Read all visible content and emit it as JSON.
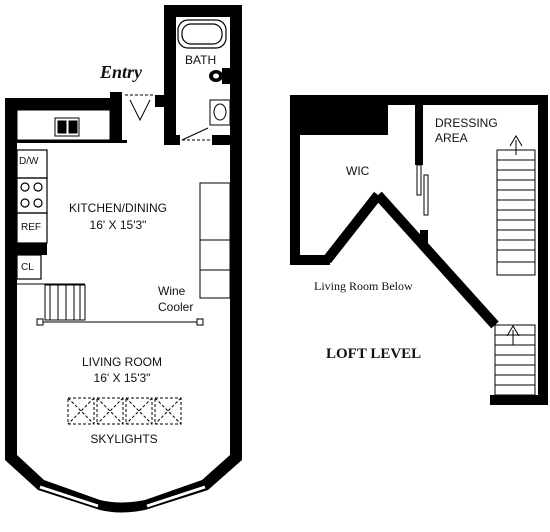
{
  "entry": "Entry",
  "bath": "BATH",
  "dw": "D/W",
  "ref": "REF",
  "cl": "CL",
  "kitchen": {
    "name": "KITCHEN/DINING",
    "dims": "16' X 15'3\""
  },
  "wine": {
    "line1": "Wine",
    "line2": "Cooler"
  },
  "living": {
    "name": "LIVING ROOM",
    "dims": "16' X 15'3\""
  },
  "skylights": "SKYLIGHTS",
  "wic": "WIC",
  "dressing": {
    "line1": "DRESSING",
    "line2": "AREA"
  },
  "living_below": "Living Room Below",
  "loft": "LOFT LEVEL",
  "colors": {
    "wall": "#000000",
    "background": "#ffffff"
  }
}
